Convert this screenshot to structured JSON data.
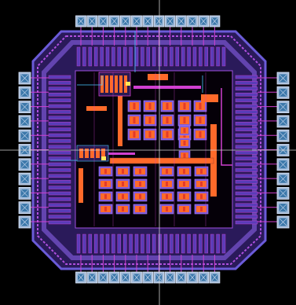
{
  "layout_view": {
    "background_color": "#000000",
    "colors": {
      "pad_metal": "#9fb7d6",
      "pad_core": "#3c78aa",
      "pad_cross": "#c8d8ee",
      "ring_metal": "#6b5bd8",
      "ring_routing": "#b050e0",
      "routing_magenta": "#d040d0",
      "diffusion_orange": "#ff6a2a",
      "poly_red": "#e33a2a",
      "module_purple": "#7a5ad8",
      "signal_cyan": "#4ac8ff",
      "crosshair": "#d0d0d0",
      "marker_yellow": "#ffe85a"
    },
    "pad_rows": {
      "top_count": 13,
      "bottom_count": 13,
      "left_count": 11,
      "right_count": 11
    },
    "icons": {
      "io_pad": "io-pad-icon",
      "crosshair": "crosshair-icon"
    }
  }
}
